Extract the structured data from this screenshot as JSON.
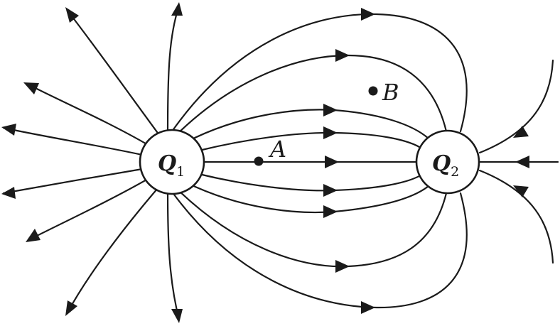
{
  "charges": [
    {
      "id": "q1",
      "symbol": "Q",
      "subscript": "1"
    },
    {
      "id": "q2",
      "symbol": "Q",
      "subscript": "2"
    }
  ],
  "points": [
    {
      "id": "a",
      "label": "A"
    },
    {
      "id": "b",
      "label": "B"
    }
  ],
  "colors": {
    "ink": "#1a1a1a",
    "background": "#ffffff"
  }
}
